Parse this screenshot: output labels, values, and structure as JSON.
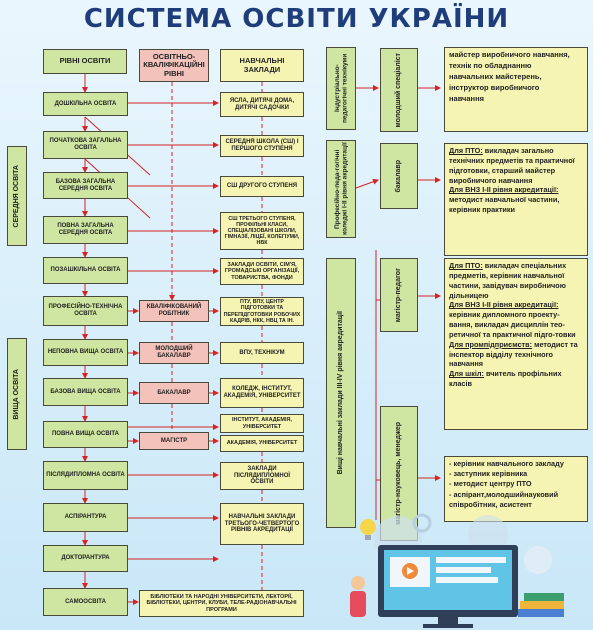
{
  "title": "СИСТЕМА ОСВІТИ УКРАЇНИ",
  "headers": {
    "levels": "РІВНІ ОСВІТИ",
    "qualification": "ОСВІТНЬО-КВАЛІФІКАЦІЙНІ РІВНІ",
    "institutions": "НАВЧАЛЬНІ ЗАКЛАДИ"
  },
  "side_labels": {
    "secondary": "СЕРЕДНЯ ОСВІТА",
    "higher": "ВИЩА ОСВІТА"
  },
  "levels": [
    "ДОШКІЛЬНА ОСВІТА",
    "ПОЧАТКОВА ЗАГАЛЬНА ОСВІТА",
    "БАЗОВА ЗАГАЛЬНА СЕРЕДНЯ ОСВІТА",
    "ПОВНА ЗАГАЛЬНА СЕРЕДНЯ ОСВІТА",
    "ПОЗАШКІЛЬНА ОСВІТА",
    "ПРОФЕСІЙНО-ТЕХНІЧНА ОСВІТА",
    "НЕПОВНА ВИЩА ОСВІТА",
    "БАЗОВА ВИЩА ОСВІТА",
    "ПОВНА ВИЩА ОСВІТА",
    "ПІСЛЯДИПЛОМНА ОСВІТА",
    "АСПІРАНТУРА",
    "ДОКТОРАНТУРА",
    "САМООСВІТА"
  ],
  "qualifications": [
    "КВАЛІФІКОВАНИЙ РОБІТНИК",
    "МОЛОДШИЙ БАКАЛАВР",
    "БАКАЛАВР",
    "МАГІСТР"
  ],
  "institutions": [
    "ЯСЛА, ДИТЯЧІ ДОМА, ДИТЯЧІ САДОЧКИ",
    "СЕРЕДНЯ ШКОЛА (СШ) І ПЕРШОГО СТУПЕНЯ",
    "СШ ДРУГОГО СТУПЕНЯ",
    "СШ ТРЕТЬОГО СТУПЕНЯ, ПРОФІЛЬНІ КЛАСИ, СПЕЦІАЛІЗОВАНІ ШКОЛИ, ГІМНАЗІЇ, ЛІЦЕЇ, КОЛЕГІУМИ, НВК",
    "ЗАКЛАДИ ОСВІТИ, СІМ'Я, ГРОМАДСЬКІ ОРГАНІЗАЦІЇ, ТОВАРИСТВА, ФОНДИ",
    "ПТУ, ВПУ, ЦЕНТР ПІДГОТОВКИ ТА ПЕРЕПІДГОТОВКИ РОБОЧИХ КАДРІВ, НКК, НВЦ ТА ІН.",
    "ВПУ, ТЕХНІКУМ",
    "КОЛЕДЖ, ІНСТИТУТ, АКАДЕМІЯ, УНІВЕРСИТЕТ",
    "ІНСТИТУТ, АКАДЕМІЯ, УНІВЕРСИТЕТ",
    "АКАДЕМІЯ, УНІВЕРСИТЕТ",
    "ЗАКЛАДИ ПІСЛЯДИПЛОМНОЇ ОСВІТИ",
    "НАВЧАЛЬНІ ЗАКЛАДИ ТРЕТЬОГО-ЧЕТВЕРТОГО РІВНІВ АКРЕДИТАЦІЇ",
    "БІБЛІОТЕКИ ТА НАРОДНІ УНІВЕРСИТЕТИ, ЛЕКТОРІЇ, БІБЛІОТЕКИ, ЦЕНТРИ, КЛУБИ, ТЕЛЕ-РАДІОНАВЧАЛЬНІ ПРОГРАМИ"
  ],
  "right": {
    "col_a": [
      "Індустріально-педагогічні технікуми",
      "Професійно-педа-гогічні коледжі І-ІІ рівня акредитації",
      "Вищі навчальні заклади ІІІ-ІV рівня акредитації"
    ],
    "col_b": [
      "молодший спеціаліст",
      "бакалавр",
      "магістр-педагог",
      "магістр-науковець, менеджер"
    ],
    "text1": [
      "майстер виробничого навчання,",
      "технік по обладнанню",
      "навчальних майстерень,",
      "інструктор виробничого",
      "навчання"
    ],
    "text2": [
      {
        "u": "Для ПТО:",
        "t": " викладач загально технічних предметів та практичної підготовки, старший майстер виробничого навчання"
      },
      {
        "u": "Для ВНЗ І-ІІ рівня акредитації:",
        "t": " методист навчальної частини, керівник практики"
      }
    ],
    "text3": [
      {
        "u": "Для ПТО:",
        "t": " викладач спеціальних предметів, керівник навчальної частини, завідувач виробничою дільницею"
      },
      {
        "u": "Для ВНЗ І-ІІ рівня акредитації:",
        "t": " керівник дипломного проекту-вання, викладач дисциплін тео-ретичної та практичної підго-товки"
      },
      {
        "u": "Для промпідприємств:",
        "t": " методист та інспектор відділу технічного навчання"
      },
      {
        "u": "Для шкіл:",
        "t": " вчитель профільних класів"
      }
    ],
    "text4": [
      "- керівник навчального закладу",
      "- заступник керівника",
      "- методист центру ПТО",
      "- аспірант,молодшийнауковий співробітник, асистент"
    ]
  },
  "colors": {
    "title": "#1f3d7a",
    "green": "#cfe6a2",
    "yellow": "#f6f4b2",
    "pink": "#f3c2ba",
    "arrow": "#d42424"
  }
}
